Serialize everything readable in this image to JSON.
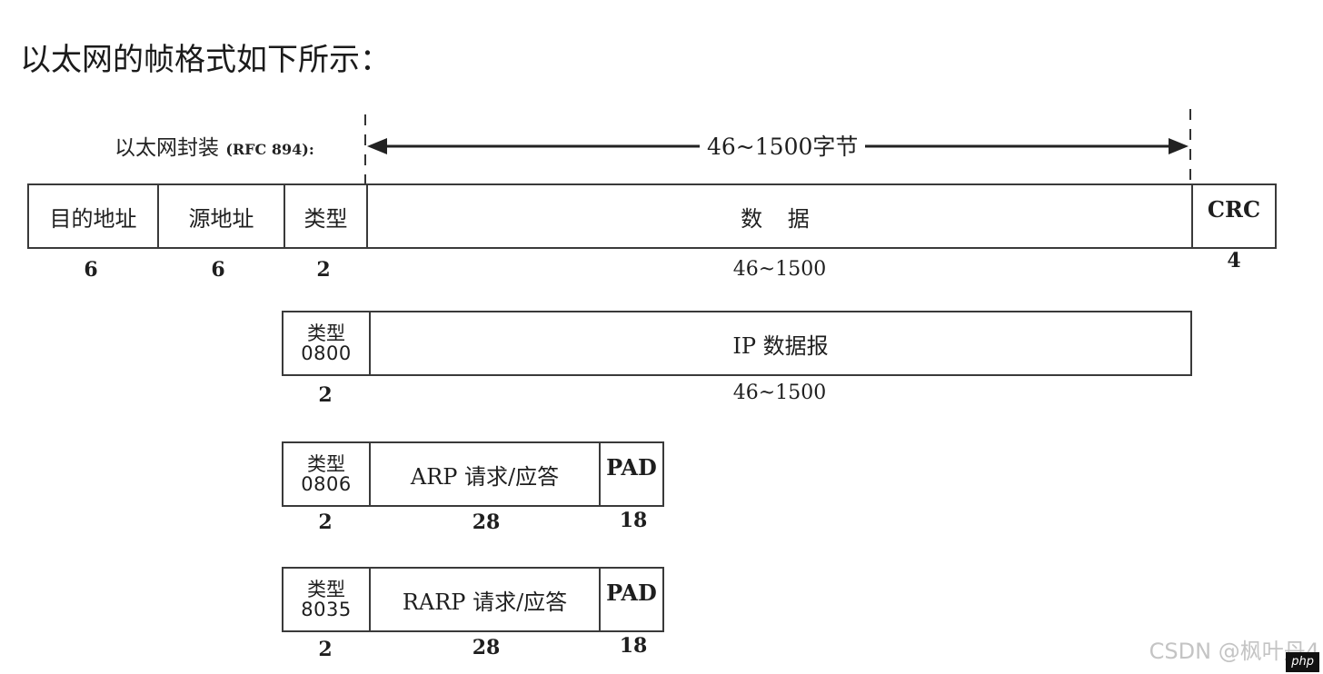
{
  "heading": "以太网的帧格式如下所示：",
  "encapsulation": {
    "label": "以太网封装",
    "rfc": "(RFC 894):",
    "span_label": "46~1500字节"
  },
  "ethernet_frame": {
    "fields": [
      {
        "label": "目的地址",
        "size": "6"
      },
      {
        "label": "源地址",
        "size": "6"
      },
      {
        "label": "类型",
        "size": "2"
      },
      {
        "label": "数 据",
        "size": "46~1500"
      },
      {
        "label": "CRC",
        "size": "4"
      }
    ]
  },
  "ip_frame": {
    "type_label": "类型",
    "type_code": "0800",
    "type_size": "2",
    "payload_label": "IP 数据报",
    "payload_size": "46~1500"
  },
  "arp_frame": {
    "type_label": "类型",
    "type_code": "0806",
    "type_size": "2",
    "payload_label": "ARP 请求/应答",
    "payload_size": "28",
    "pad_label": "PAD",
    "pad_size": "18"
  },
  "rarp_frame": {
    "type_label": "类型",
    "type_code": "8035",
    "type_size": "2",
    "payload_label": "RARP 请求/应答",
    "payload_size": "28",
    "pad_label": "PAD",
    "pad_size": "18"
  },
  "watermark": "CSDN @枫叶丹4",
  "badge": "php"
}
